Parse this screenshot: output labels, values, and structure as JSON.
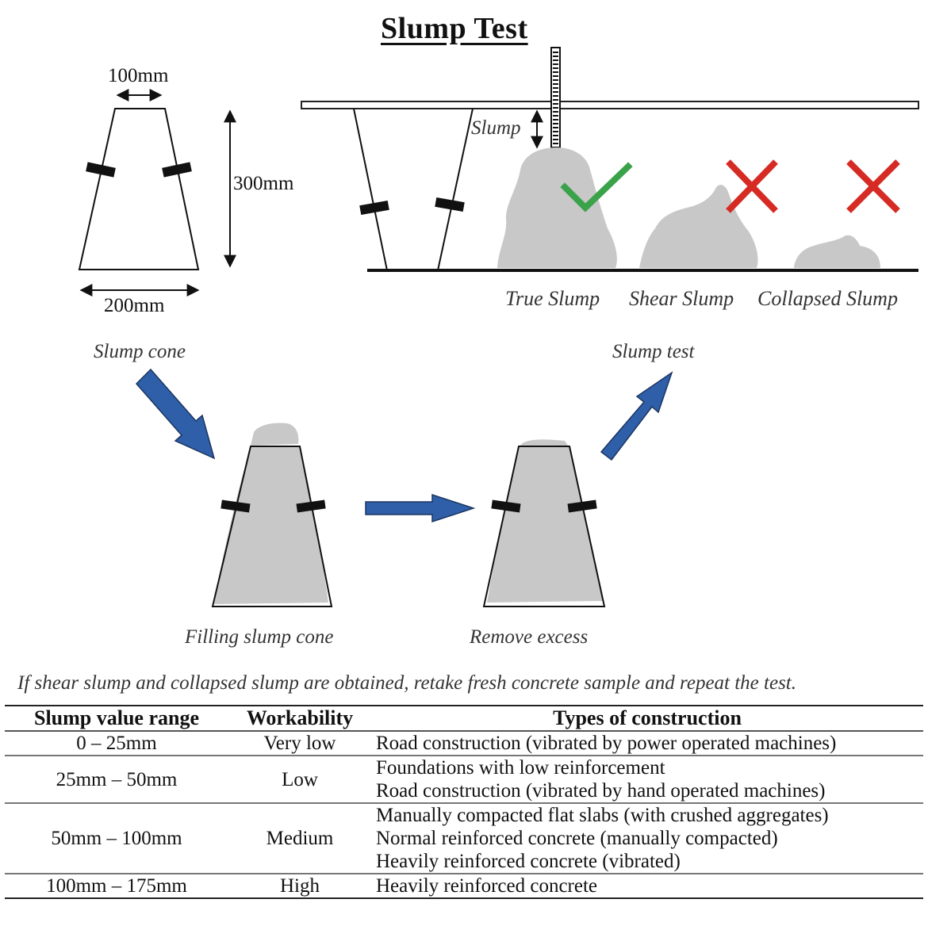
{
  "title": "Slump Test",
  "cone_dims": {
    "top_width": "100mm",
    "height": "300mm",
    "bottom_width": "200mm"
  },
  "slump_label": "Slump",
  "outcomes": [
    {
      "label": "True Slump",
      "mark": "check",
      "color": "#3aa34a"
    },
    {
      "label": "Shear Slump",
      "mark": "cross",
      "color": "#d62b24"
    },
    {
      "label": "Collapsed Slump",
      "mark": "cross",
      "color": "#d62b24"
    }
  ],
  "steps": {
    "slump_cone": "Slump cone",
    "filling": "Filling slump cone",
    "remove_excess": "Remove excess",
    "slump_test": "Slump test"
  },
  "colors": {
    "concrete": "#c8c8c8",
    "arrow": "#2f5fa8",
    "arrow_outline": "#1c3560"
  },
  "note": "If shear slump and collapsed slump are obtained, retake fresh concrete sample and repeat the test.",
  "table": {
    "headers": [
      "Slump value range",
      "Workability",
      "Types of construction"
    ],
    "rows": [
      {
        "range": "0 – 25mm",
        "workability": "Very low",
        "types": [
          "Road construction (vibrated by power operated machines)"
        ]
      },
      {
        "range": "25mm – 50mm",
        "workability": "Low",
        "types": [
          "Foundations with low reinforcement",
          "Road construction (vibrated by hand operated machines)"
        ]
      },
      {
        "range": "50mm – 100mm",
        "workability": "Medium",
        "types": [
          "Manually compacted flat slabs (with crushed aggregates)",
          "Normal reinforced concrete (manually compacted)",
          "Heavily reinforced concrete (vibrated)"
        ]
      },
      {
        "range": "100mm – 175mm",
        "workability": "High",
        "types": [
          "Heavily reinforced concrete"
        ]
      }
    ]
  }
}
